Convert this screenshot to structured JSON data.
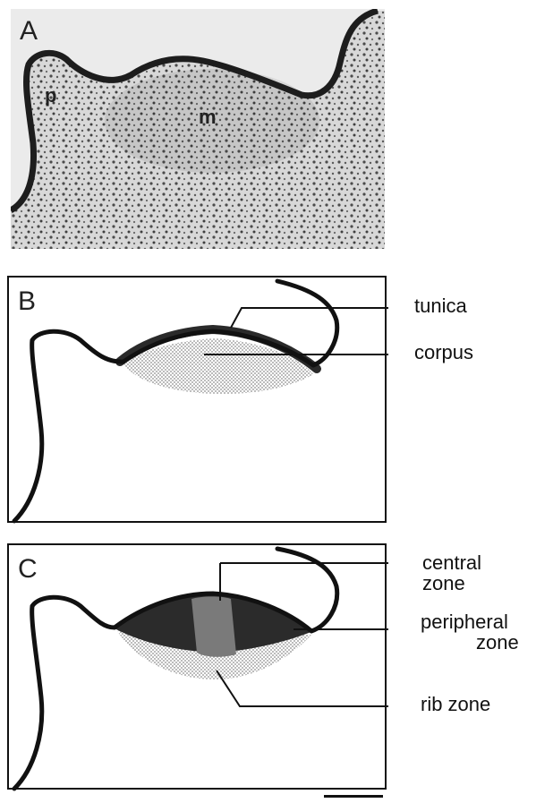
{
  "panels": {
    "a": {
      "letter": "A",
      "labels": {
        "p": "p",
        "m": "m"
      }
    },
    "b": {
      "letter": "B",
      "labels": {
        "tunica": "tunica",
        "corpus": "corpus"
      }
    },
    "c": {
      "letter": "C",
      "labels": {
        "central_zone_line1": "central",
        "central_zone_line2": "zone",
        "peripheral_zone_line1": "peripheral",
        "peripheral_zone_line2": "zone",
        "rib_zone": "rib zone"
      }
    }
  },
  "colors": {
    "outline": "#111111",
    "tunica": "#333333",
    "corpus_stipple": "#c9c9c9",
    "central_zone": "#7a7a7a",
    "peripheral_zone": "#2b2b2b",
    "micrograph_bg": "#e9e9e9",
    "cells": "#2f2f2f"
  }
}
